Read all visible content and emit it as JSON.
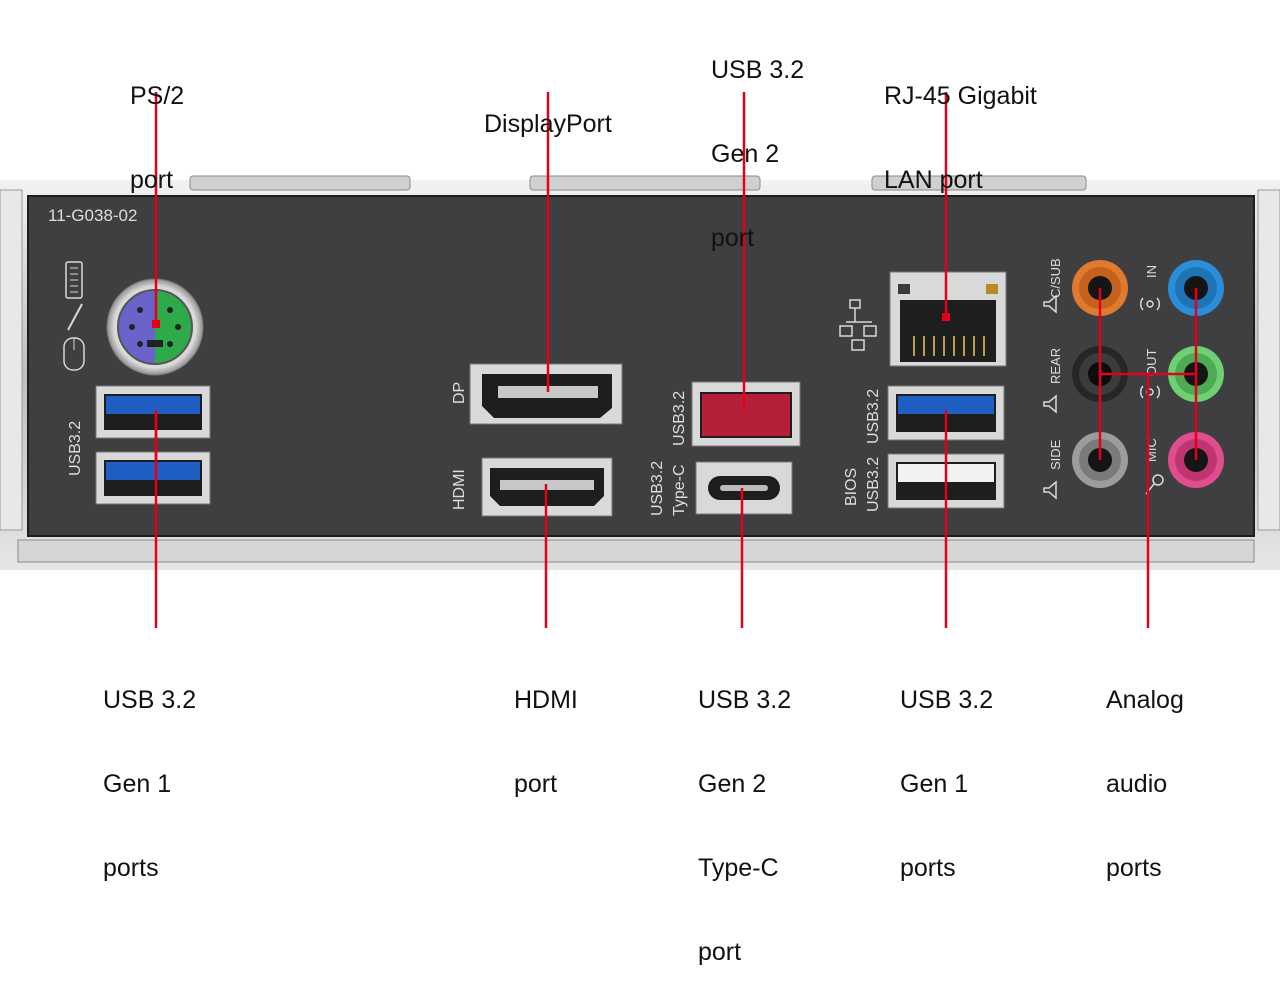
{
  "panel": {
    "part_number": "11-G038-02",
    "port_labels": {
      "usb32_left": "USB3.2",
      "dp": "DP",
      "hdmi": "HDMI",
      "usb32_red": "USB3.2",
      "typec_1": "USB3.2",
      "typec_2": "Type-C",
      "usb32_right": "USB3.2",
      "bios_1": "BIOS",
      "bios_2": "USB3.2"
    },
    "audio_labels": {
      "csub": "C/SUB",
      "in": "IN",
      "rear": "REAR",
      "out": "OUT",
      "side": "SIDE",
      "mic": "MIC"
    }
  },
  "callouts": {
    "ps2": [
      "PS/2",
      "port"
    ],
    "displayport": [
      "DisplayPort"
    ],
    "usb_gen2": [
      "USB 3.2",
      "Gen 2",
      "port"
    ],
    "rj45": [
      "RJ-45 Gigabit",
      "LAN port"
    ],
    "usb_gen1_left": [
      "USB 3.2",
      "Gen 1",
      "ports"
    ],
    "hdmi": [
      "HDMI",
      "port"
    ],
    "usb_typec": [
      "USB 3.2",
      "Gen 2",
      "Type-C",
      "port"
    ],
    "usb_gen1_right": [
      "USB 3.2",
      "Gen 1",
      "ports"
    ],
    "audio": [
      "Analog",
      "audio",
      "ports"
    ]
  },
  "colors": {
    "leader_line": "#e3001b",
    "panel": "#3f3f42",
    "usb32_blue": "#1f5fc4",
    "usb_red": "#b51f3a",
    "audio_orange": "#e07a2e",
    "audio_blue": "#2a8fd8",
    "audio_green": "#6fcf73",
    "audio_pink": "#e04d8f",
    "ps2_purple": "#6a63c9",
    "ps2_green": "#2faa4a"
  }
}
